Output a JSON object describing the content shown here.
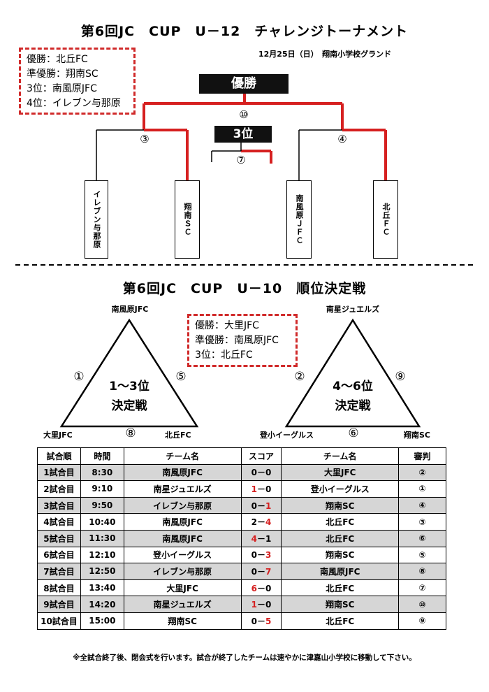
{
  "u12": {
    "title": "第6回JC　CUP　U－12　チャレンジトーナメント",
    "date_venue": "12月25日（日）　翔南小学校グランド",
    "results": [
      "優勝：北丘FC",
      "準優勝：翔南SC",
      "3位：南風原JFC",
      "4位：イレブン与那原"
    ],
    "champion_label": "優勝",
    "third_label": "3位",
    "matches": {
      "final": "⑩",
      "semi_left": "③",
      "semi_right": "④",
      "third": "⑦"
    },
    "teams": [
      "イレブン与那原",
      "翔南ＳＣ",
      "南風原ＪＦＣ",
      "北丘ＦＣ"
    ]
  },
  "u10": {
    "title": "第6回JC　CUP　U－10　順位決定戦",
    "results": [
      "優勝：大里JFC",
      "準優勝：南風原JFC",
      "3位：北丘FC"
    ],
    "group_a": {
      "label1": "1～3位",
      "label2": "決定戦",
      "top": "南風原JFC",
      "left": "大里JFC",
      "right": "北丘FC",
      "m_left": "①",
      "m_right": "⑤",
      "m_bottom": "⑧"
    },
    "group_b": {
      "label1": "4～6位",
      "label2": "決定戦",
      "top": "南星ジュエルズ",
      "left": "登小イーグルス",
      "right": "翔南SC",
      "m_left": "②",
      "m_right": "⑨",
      "m_bottom": "⑥"
    }
  },
  "schedule": {
    "headers": [
      "試合順",
      "時間",
      "チーム名",
      "スコア",
      "チーム名",
      "審判"
    ],
    "rows": [
      {
        "no": "1試合目",
        "time": "8:30",
        "home": "南風原JFC",
        "s1": "0",
        "s2": "0",
        "away": "大里JFC",
        "ref": "②",
        "win": ""
      },
      {
        "no": "2試合目",
        "time": "9:10",
        "home": "南星ジュエルズ",
        "s1": "1",
        "s2": "0",
        "away": "登小イーグルス",
        "ref": "①",
        "win": "home"
      },
      {
        "no": "3試合目",
        "time": "9:50",
        "home": "イレブン与那原",
        "s1": "0",
        "s2": "1",
        "away": "翔南SC",
        "ref": "④",
        "win": "away"
      },
      {
        "no": "4試合目",
        "time": "10:40",
        "home": "南風原JFC",
        "s1": "2",
        "s2": "4",
        "away": "北丘FC",
        "ref": "③",
        "win": "away"
      },
      {
        "no": "5試合目",
        "time": "11:30",
        "home": "南風原JFC",
        "s1": "4",
        "s2": "1",
        "away": "北丘FC",
        "ref": "⑥",
        "win": "home"
      },
      {
        "no": "6試合目",
        "time": "12:10",
        "home": "登小イーグルス",
        "s1": "0",
        "s2": "3",
        "away": "翔南SC",
        "ref": "⑤",
        "win": "away"
      },
      {
        "no": "7試合目",
        "time": "12:50",
        "home": "イレブン与那原",
        "s1": "0",
        "s2": "7",
        "away": "南風原JFC",
        "ref": "⑧",
        "win": "away"
      },
      {
        "no": "8試合目",
        "time": "13:40",
        "home": "大里JFC",
        "s1": "6",
        "s2": "0",
        "away": "北丘FC",
        "ref": "⑦",
        "win": "home"
      },
      {
        "no": "9試合目",
        "time": "14:20",
        "home": "南星ジュエルズ",
        "s1": "1",
        "s2": "0",
        "away": "翔南SC",
        "ref": "⑩",
        "win": "home"
      },
      {
        "no": "10試合目",
        "time": "15:00",
        "home": "翔南SC",
        "s1": "0",
        "s2": "5",
        "away": "北丘FC",
        "ref": "⑨",
        "win": "away"
      }
    ]
  },
  "note": "※全試合終了後、閉会式を行います。試合が終了したチームは速やかに津嘉山小学校に移動して下さい。",
  "colors": {
    "winner_line": "#d62020",
    "result_border": "#d02a2a",
    "shade": "#d6d6d6"
  }
}
